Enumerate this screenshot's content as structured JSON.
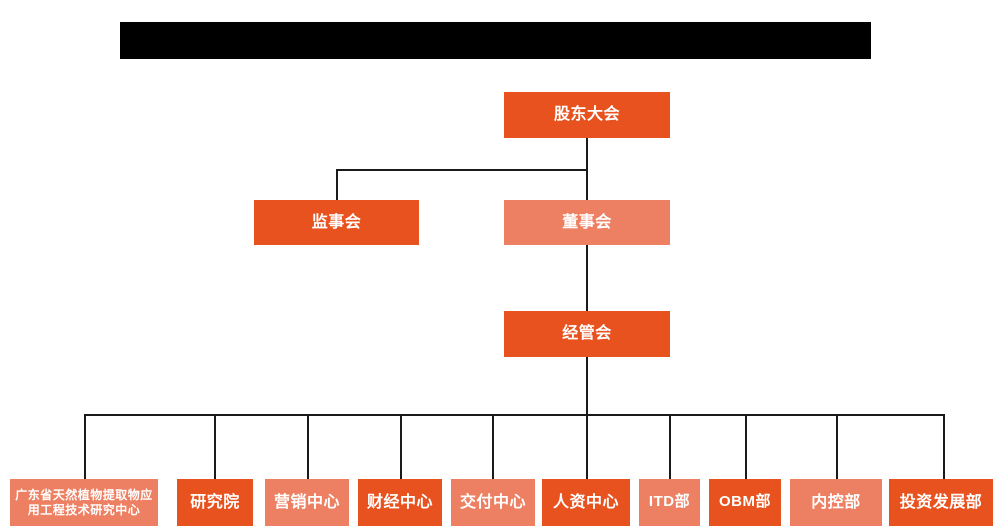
{
  "diagram": {
    "type": "org-chart",
    "title_bar": {
      "label": "",
      "redacted": true,
      "color": "#000000"
    },
    "colors": {
      "dark_orange": "#E8521E",
      "light_orange": "#ED8062",
      "connector": "#1a1a1a",
      "background": "#ffffff",
      "text": "#ffffff"
    },
    "levels": [
      {
        "level": 1,
        "nodes": [
          {
            "id": "shareholders",
            "label": "股东大会",
            "tone": "dark"
          }
        ]
      },
      {
        "level": 2,
        "nodes": [
          {
            "id": "supervisors",
            "label": "监事会",
            "tone": "dark"
          },
          {
            "id": "directors",
            "label": "董事会",
            "tone": "light"
          }
        ]
      },
      {
        "level": 3,
        "nodes": [
          {
            "id": "management",
            "label": "经管会",
            "tone": "dark"
          }
        ]
      },
      {
        "level": 4,
        "nodes": [
          {
            "id": "research-center",
            "label": "广东省天然植物提取物应用工程技术研究中心",
            "tone": "light"
          },
          {
            "id": "research-institute",
            "label": "研究院",
            "tone": "dark"
          },
          {
            "id": "marketing-center",
            "label": "营销中心",
            "tone": "light"
          },
          {
            "id": "finance-center",
            "label": "财经中心",
            "tone": "dark"
          },
          {
            "id": "delivery-center",
            "label": "交付中心",
            "tone": "light"
          },
          {
            "id": "hr-center",
            "label": "人资中心",
            "tone": "dark"
          },
          {
            "id": "itd-dept",
            "label": "ITD部",
            "tone": "light"
          },
          {
            "id": "obm-dept",
            "label": "OBM部",
            "tone": "dark"
          },
          {
            "id": "internal-control-dept",
            "label": "内控部",
            "tone": "light"
          },
          {
            "id": "investment-dev-dept",
            "label": "投资发展部",
            "tone": "dark"
          }
        ]
      }
    ]
  }
}
